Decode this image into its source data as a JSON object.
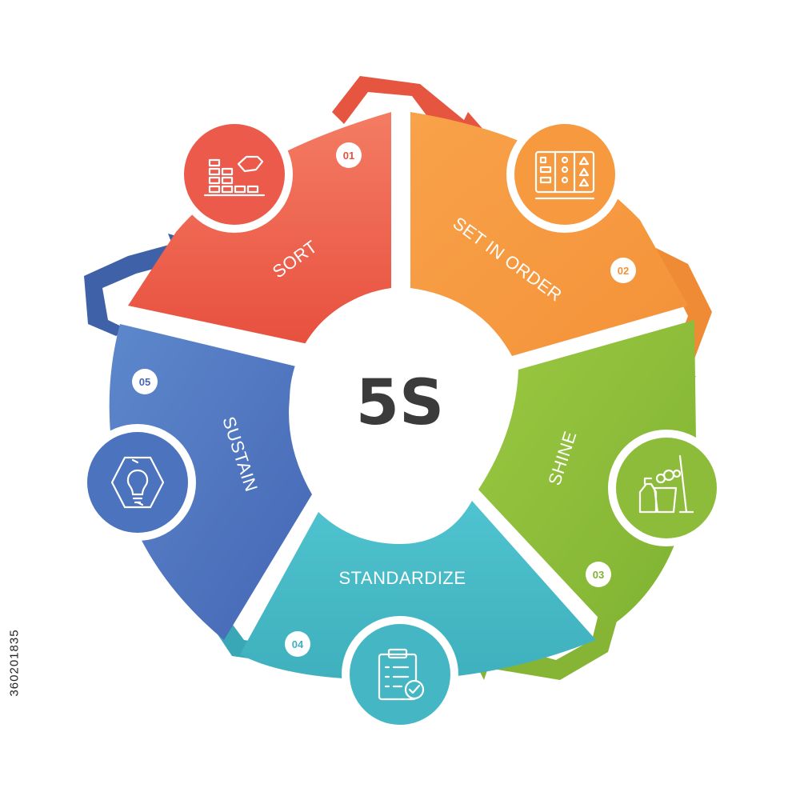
{
  "center_title": "5S",
  "side_id": "360201835",
  "colors": {
    "red": "#ec5a4c",
    "orange": "#f6993f",
    "green": "#8cbc3a",
    "teal": "#45b7c4",
    "blue": "#4c73be",
    "center": "#ffffff",
    "center_text": "#3b3b3b"
  },
  "steps": [
    {
      "number": "01",
      "label": "SORT",
      "icon": "sorting-blocks-hand-icon"
    },
    {
      "number": "02",
      "label": "SET IN ORDER",
      "icon": "organized-board-icon"
    },
    {
      "number": "03",
      "label": "SHINE",
      "icon": "cleaning-supplies-icon"
    },
    {
      "number": "04",
      "label": "STANDARDIZE",
      "icon": "checklist-clipboard-icon"
    },
    {
      "number": "05",
      "label": "SUSTAIN",
      "icon": "lightbulb-cycle-icon"
    }
  ]
}
